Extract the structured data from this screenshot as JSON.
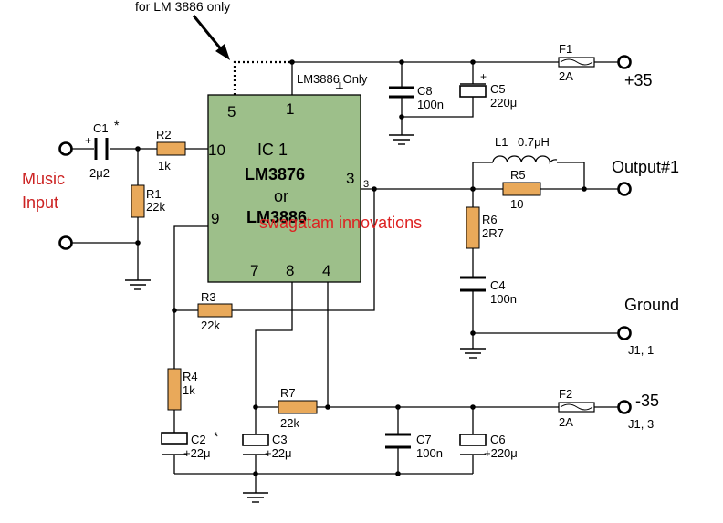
{
  "annotation": {
    "note": "for LM 3886 only",
    "dotted_label": "LM3886 Only"
  },
  "ic": {
    "designator": "IC 1",
    "part1": "LM3876",
    "or": "or",
    "part2": "LM3886",
    "pins": {
      "p5": "5",
      "p1": "1",
      "p10": "10",
      "p3": "3",
      "p3_out": "3",
      "p9": "9",
      "p7": "7",
      "p8": "8",
      "p4": "4"
    }
  },
  "input": {
    "label_line1": "Music",
    "label_line2": "Input",
    "color": "#cc2222"
  },
  "watermark": {
    "text": "swagatam innovations",
    "color": "#dd2222"
  },
  "components": {
    "c1": {
      "name": "C1",
      "star": "*",
      "plus": "+",
      "value": "2μ2"
    },
    "r1": {
      "name": "R1",
      "value": "22k"
    },
    "r2": {
      "name": "R2",
      "value": "1k"
    },
    "r3": {
      "name": "R3",
      "value": "22k"
    },
    "r4": {
      "name": "R4",
      "value": "1k"
    },
    "r5": {
      "name": "R5",
      "value": "10"
    },
    "r6": {
      "name": "R6",
      "value": "2R7"
    },
    "r7": {
      "name": "R7",
      "value": "22k"
    },
    "l1": {
      "name": "L1",
      "value": "0.7μH"
    },
    "c2": {
      "name": "C2",
      "star": "*",
      "value": "+22μ"
    },
    "c3": {
      "name": "C3",
      "value": "+22μ"
    },
    "c4": {
      "name": "C4",
      "value": "100n"
    },
    "c5": {
      "name": "C5",
      "plus": "+",
      "value": "220μ"
    },
    "c6": {
      "name": "C6",
      "value": "+220μ"
    },
    "c7": {
      "name": "C7",
      "value": "100n"
    },
    "c8": {
      "name": "C8",
      "value": "100n"
    },
    "f1": {
      "name": "F1",
      "value": "2A"
    },
    "f2": {
      "name": "F2",
      "value": "2A"
    }
  },
  "terminals": {
    "vpos": "+35",
    "vneg": "-35",
    "vneg_jack": "J1, 3",
    "output": "Output#1",
    "ground": "Ground",
    "ground_jack": "J1, 1"
  },
  "colors": {
    "ic_fill": "#9dbf8a",
    "resistor_fill": "#e9a95a"
  }
}
